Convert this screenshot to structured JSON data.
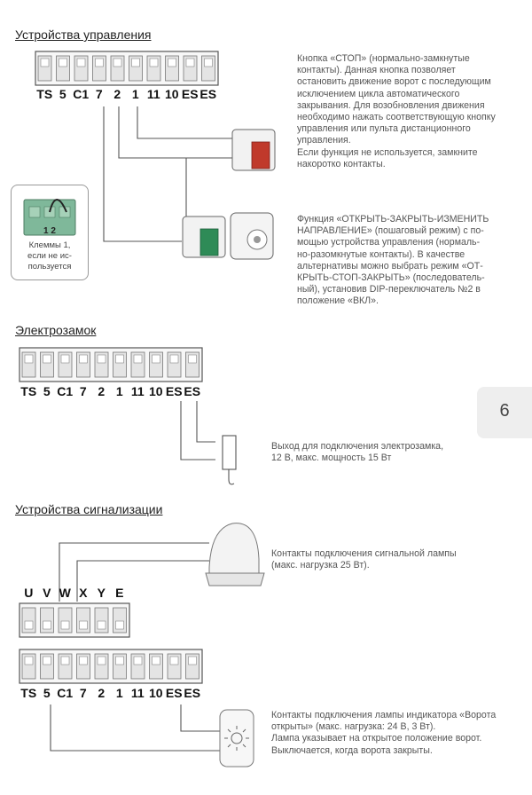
{
  "sections": {
    "control": {
      "title": "Устройства управления",
      "terminals": [
        "TS",
        "5",
        "C1",
        "7",
        "2",
        "1",
        "11",
        "10",
        "ES",
        "ES"
      ],
      "stop_text": [
        "Кнопка «СТОП» (нормально-замкнутые",
        "контакты). Данная кнопка позволяет",
        "остановить движение ворот с последующим",
        "исключением цикла автоматического",
        "закрывания. Для возобновления движения",
        "необходимо нажать соответствующую кнопку",
        "управления или пульта дистанционного",
        "управления.",
        "Если функция не используется, замкните",
        "накоротко контакты."
      ],
      "open_text": [
        "Функция «ОТКРЫТЬ-ЗАКРЫТЬ-ИЗМЕНИТЬ",
        "НАПРАВЛЕНИЕ» (пошаговый режим) с по-",
        "мощью устройства управления (нормаль-",
        "но-разомкнутые контакты). В качестве",
        "альтернативы можно выбрать режим «ОТ-",
        "КРЫТЬ-СТОП-ЗАКРЫТЬ» (последователь-",
        "ный), установив DIP-переключатель №2 в",
        "положение «ВКЛ»."
      ],
      "jumper": {
        "pins": "1 2",
        "caption": [
          "Клеммы 1,",
          "если не ис-",
          "пользуется"
        ]
      }
    },
    "lock": {
      "title": "Электрозамок",
      "terminals": [
        "TS",
        "5",
        "C1",
        "7",
        "2",
        "1",
        "11",
        "10",
        "ES",
        "ES"
      ],
      "text": [
        "Выход для подключения электрозамка,",
        "12 В, макс. мощность 15 Вт"
      ]
    },
    "signal": {
      "title": "Устройства сигнализации",
      "top_terminals": [
        "U",
        "V",
        "W",
        "X",
        "Y",
        "E"
      ],
      "terminals": [
        "TS",
        "5",
        "C1",
        "7",
        "2",
        "1",
        "11",
        "10",
        "ES",
        "ES"
      ],
      "lamp_text": [
        "Контакты подключения сигнальной лампы",
        "(макс. нагрузка 25 Вт)."
      ],
      "indicator_text": [
        "Контакты подключения лампы индикатора «Ворота",
        "открыты» (макс. нагрузка: 24 В, 3 Вт).",
        "Лампа указывает на открытое положение ворот.",
        "Выключается, когда ворота закрыты."
      ]
    }
  },
  "page_number": "6",
  "colors": {
    "stop_button": "#c0392b",
    "open_button": "#2e8b57",
    "jumper": "#7fb89a",
    "block_fill": "#e4e4e4"
  }
}
